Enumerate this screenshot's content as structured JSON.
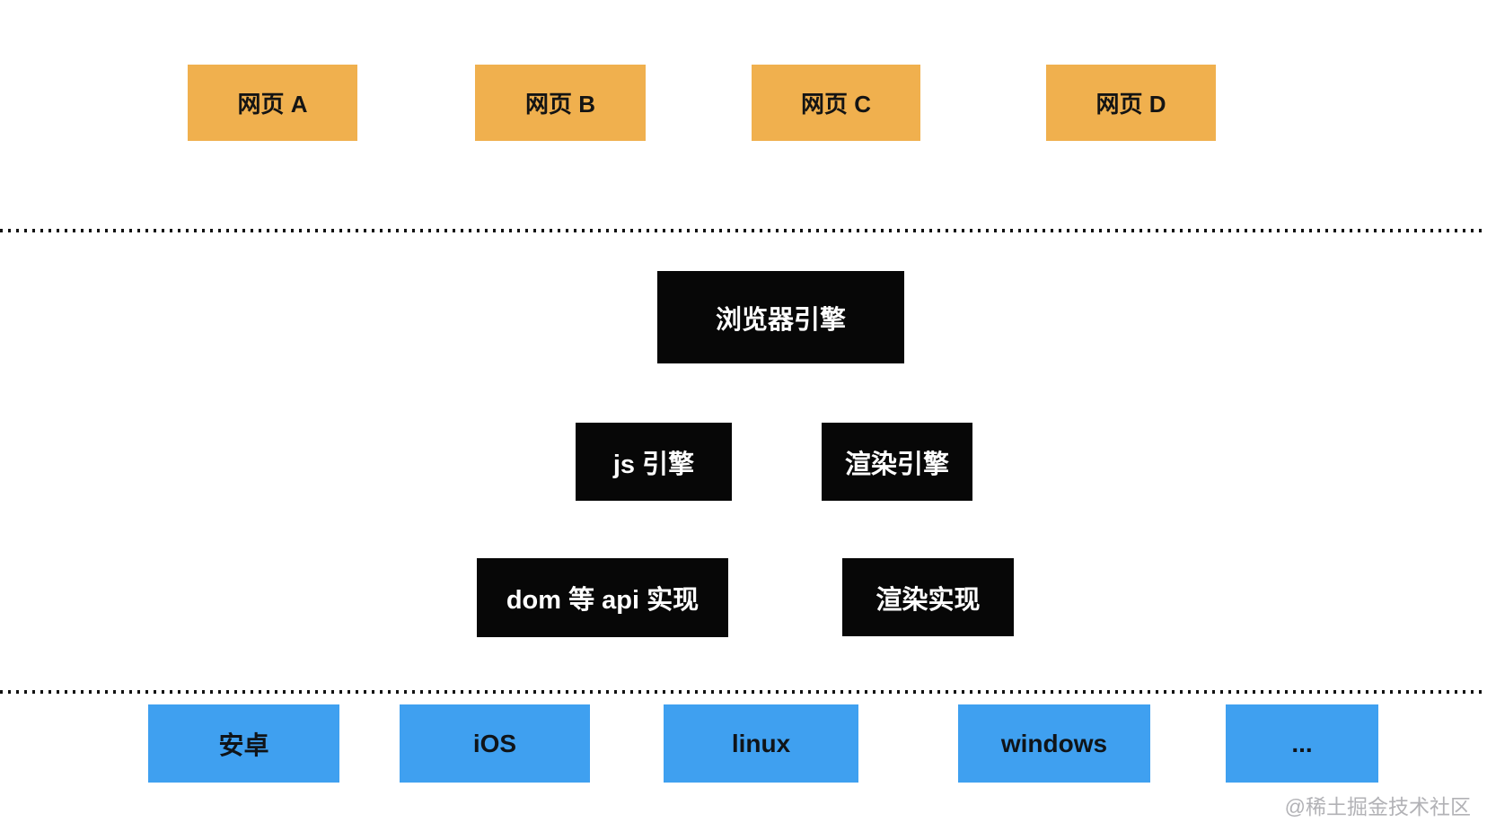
{
  "page": {
    "background_color": "#ffffff",
    "watermark": "@稀土掘金技术社区",
    "watermark_color": "#b2b2b6"
  },
  "diagram": {
    "web_pages": {
      "color": "#F0B04E",
      "text_color": "#141414",
      "items": [
        {
          "label": "网页 A"
        },
        {
          "label": "网页 B"
        },
        {
          "label": "网页 C"
        },
        {
          "label": "网页 D"
        }
      ]
    },
    "browser_layer": {
      "color": "#070707",
      "text_color": "#ffffff",
      "engine": {
        "label": "浏览器引擎"
      },
      "sub_engines": [
        {
          "label": "js 引擎"
        },
        {
          "label": "渲染引擎"
        }
      ],
      "implementations": [
        {
          "label": "dom 等 api 实现"
        },
        {
          "label": "渲染实现"
        }
      ]
    },
    "platforms": {
      "color": "#3FA0F0",
      "text_color": "#101418",
      "items": [
        {
          "label": "安卓"
        },
        {
          "label": "iOS"
        },
        {
          "label": "linux"
        },
        {
          "label": "windows"
        },
        {
          "label": "..."
        }
      ]
    },
    "dividers": {
      "style": "dotted",
      "color": "#121212",
      "count": 2
    }
  }
}
